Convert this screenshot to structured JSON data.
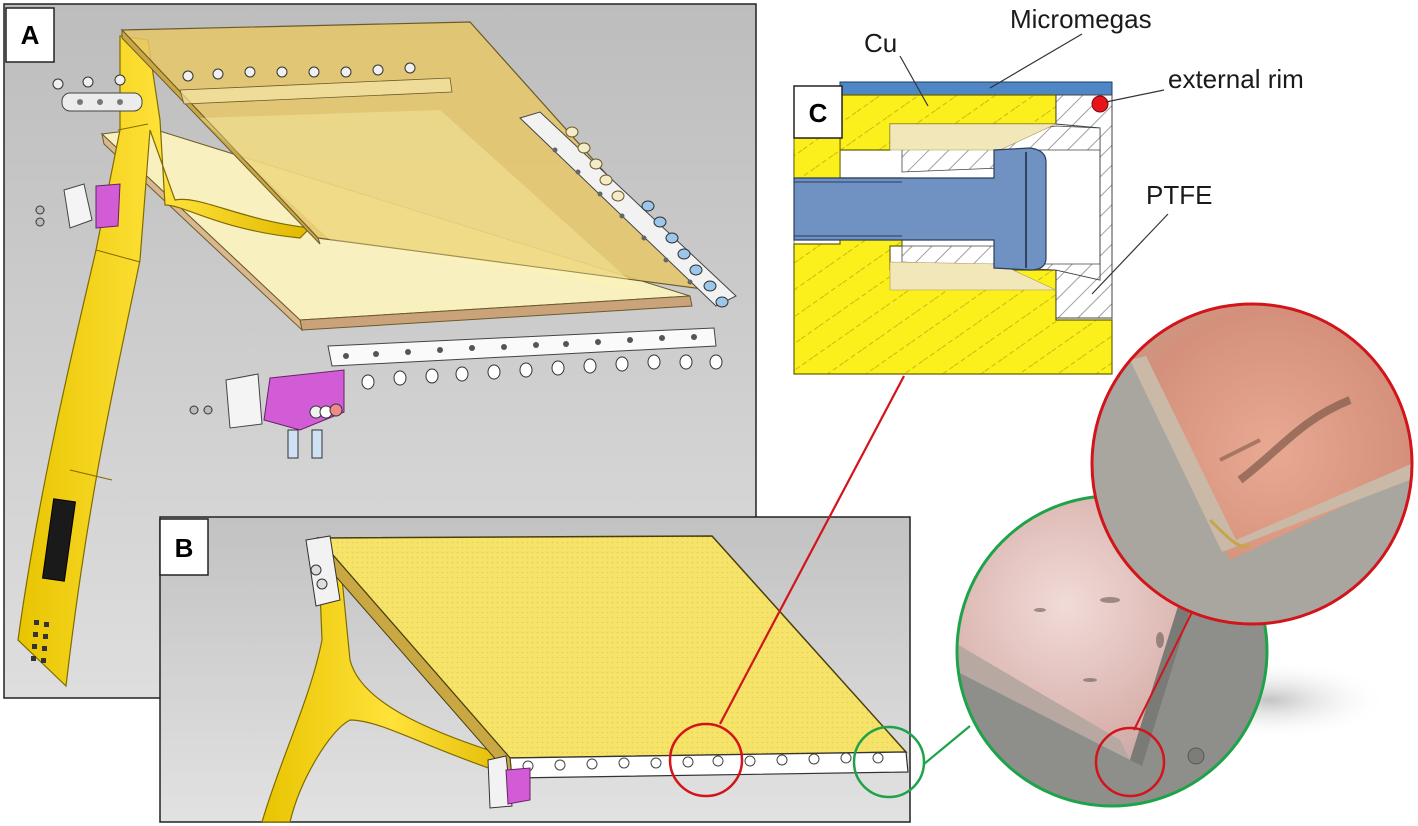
{
  "panels": {
    "a": {
      "letter": "A"
    },
    "b": {
      "letter": "B"
    },
    "c": {
      "letter": "C"
    }
  },
  "labels": {
    "micromegas": "Micromegas",
    "cu": "Cu",
    "external_rim": "external rim",
    "ptfe": "PTFE"
  },
  "colors": {
    "panel_bg": "#c9c9c9",
    "board_yellow": "#f4e06c",
    "stem_yellow": "#f5d100",
    "bracket_magenta": "#d25bd6",
    "micromegas_blue": "#4f86c6",
    "ptfe_white": "#ffffff",
    "rim_red": "#e8141b",
    "highlight_red": "#d2141b",
    "highlight_green": "#1fa34a"
  }
}
